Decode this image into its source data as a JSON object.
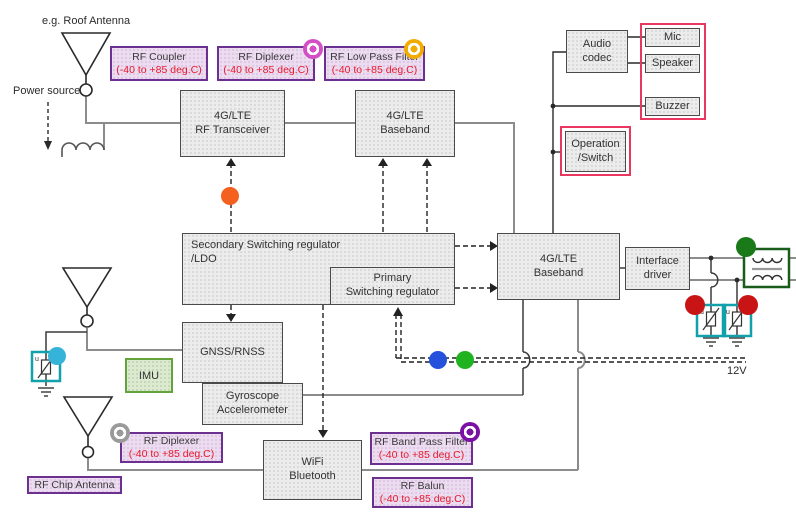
{
  "annotations": {
    "roof_antenna_note": "e.g. Roof Antenna",
    "power_source": "Power source",
    "supply_voltage": "12V"
  },
  "blocks": {
    "rf_transceiver": {
      "line1": "4G/LTE",
      "line2": "RF Transceiver"
    },
    "baseband_top": {
      "line1": "4G/LTE",
      "line2": "Baseband"
    },
    "audio_codec": {
      "line1": "Audio",
      "line2": "codec"
    },
    "mic": {
      "label": "Mic"
    },
    "speaker": {
      "label": "Speaker"
    },
    "buzzer": {
      "label": "Buzzer"
    },
    "operation_switch": {
      "line1": "Operation",
      "line2": "/Switch"
    },
    "secondary_regulator": {
      "line1": "Secondary Switching regulator",
      "line2": "/LDO"
    },
    "primary_regulator": {
      "line1": "Primary",
      "line2": "Switching regulator"
    },
    "baseband_main": {
      "line1": "4G/LTE",
      "line2": "Baseband"
    },
    "interface_driver": {
      "line1": "Interface",
      "line2": "driver"
    },
    "gnss": {
      "label": "GNSS/RNSS"
    },
    "imu": {
      "label": "IMU"
    },
    "gyro_accel": {
      "line1": "Gyroscope",
      "line2": "Accelerometer"
    },
    "wifi_bt": {
      "line1": "WiFi",
      "line2": "Bluetooth"
    }
  },
  "rf_parts": {
    "coupler": {
      "name": "RF Coupler",
      "temp": "(-40 to +85 deg.C)"
    },
    "diplexer_top": {
      "name": "RF Diplexer",
      "temp": "(-40 to +85 deg.C)",
      "marker": "magenta"
    },
    "low_pass_filter": {
      "name": "RF Low Pass Filter",
      "temp": "(-40 to +85 deg.C)",
      "marker": "yellow"
    },
    "diplexer_bottom": {
      "name": "RF Diplexer",
      "temp": "(-40 to +85 deg.C)",
      "marker": "gray"
    },
    "band_pass_filter": {
      "name": "RF Band Pass Filter",
      "temp": "(-40 to +85 deg.C)",
      "marker": "purple"
    },
    "balun": {
      "name": "RF Balun",
      "temp": "(-40 to +85 deg.C)"
    },
    "chip_antenna": {
      "name": "RF Chip Antenna"
    }
  },
  "dot_markers": [
    {
      "id": "transceiver-supply-dot",
      "shape": "solid",
      "color": "orange"
    },
    {
      "id": "diplexer-top-ring",
      "shape": "ring",
      "color": "magenta"
    },
    {
      "id": "low-pass-filter-ring",
      "shape": "ring",
      "color": "yellow"
    },
    {
      "id": "gnss-esd-dot",
      "shape": "solid",
      "color": "cyan"
    },
    {
      "id": "supply-dot-blue",
      "shape": "solid",
      "color": "blue"
    },
    {
      "id": "supply-dot-green",
      "shape": "solid",
      "color": "green"
    },
    {
      "id": "diplexer-bottom-ring",
      "shape": "ring",
      "color": "gray"
    },
    {
      "id": "band-pass-filter-ring",
      "shape": "ring",
      "color": "purple"
    },
    {
      "id": "transformer-dot",
      "shape": "solid",
      "color": "dark_green"
    },
    {
      "id": "varistor-dot-left",
      "shape": "solid",
      "color": "red"
    },
    {
      "id": "varistor-dot-right",
      "shape": "solid",
      "color": "red"
    }
  ],
  "glyphs": {
    "varistor": "u"
  },
  "colors": {
    "orange": "#f4611e",
    "magenta": "#d44fc6",
    "yellow": "#f0ad00",
    "cyan": "#35b3d8",
    "blue": "#2452dc",
    "green": "#1fb31f",
    "gray": "#9a9a9a",
    "purple": "#7a10a5",
    "dark_green": "#1a7a1a",
    "red": "#c81414",
    "purple_border": "#6b3090",
    "temp_text": "#e8192c",
    "pink_outline": "#e9375f",
    "teal_outline": "#12a0aa",
    "imu_border": "#64a33c",
    "transformer_border": "#1a5c1a",
    "wire_gray": "#8c8c8c",
    "wire_black": "#2a2a2a"
  }
}
